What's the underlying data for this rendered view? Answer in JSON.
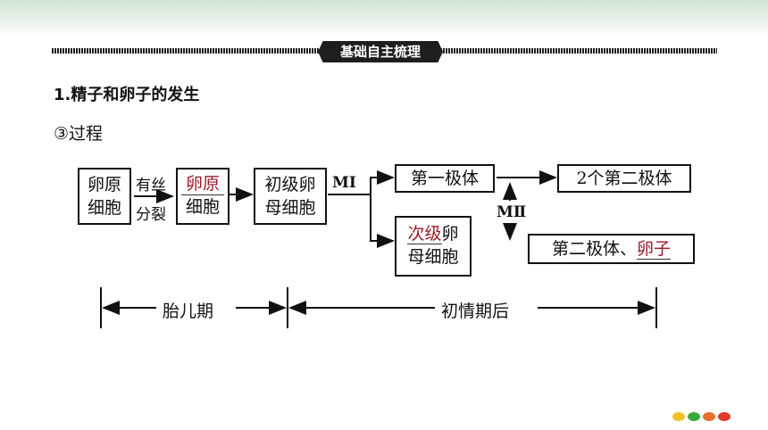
{
  "section_tag": "基础自主梳理",
  "heading": "1.精子和卵子的发生",
  "subheading": "③过程",
  "diagram": {
    "box_oogonium": {
      "line1": "卵原",
      "line2": "细胞"
    },
    "mitosis_label": {
      "line1": "有丝",
      "line2": "分裂"
    },
    "box_oogonium_answer": {
      "line1": "卵原",
      "line2": "细胞"
    },
    "box_primary": {
      "line1": "初级卵",
      "line2": "母细胞"
    },
    "meiosis1_label": "MⅠ",
    "box_first_polar": "第一极体",
    "box_second_polar": "2个第二极体",
    "meiosis2_label": "MⅡ",
    "box_secondary": {
      "answer": "次级",
      "rest": "卵",
      "line2": "母细胞"
    },
    "box_result": {
      "text": "第二极体、",
      "answer": "卵子"
    },
    "timeline": {
      "fetal": "胎儿期",
      "puberty": "初情期后"
    }
  },
  "colors": {
    "answer": "#9b1b2b"
  },
  "dots": [
    "#f2c029",
    "#3aa83a",
    "#e8702a",
    "#e03a2a"
  ]
}
